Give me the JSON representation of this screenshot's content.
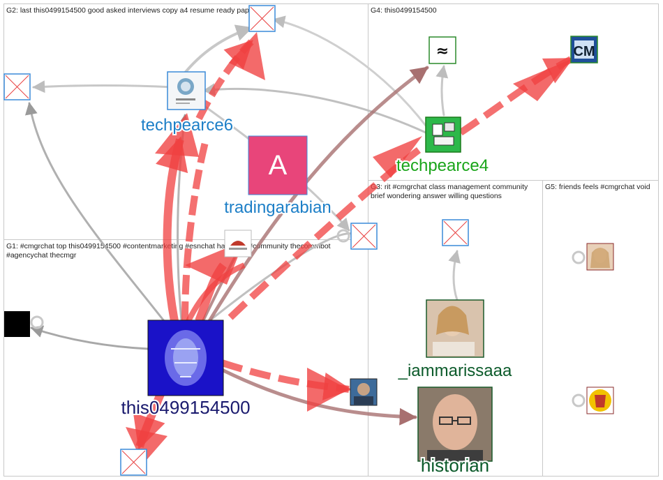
{
  "groups": [
    {
      "id": "G1",
      "label": "G1: #cmgrchat top this0499154500 #contentmarketing #esnchat hashtags #community thecommbot #agencychat thecmgr"
    },
    {
      "id": "G2",
      "label": "G2: last this0499154500 good asked interviews copy a4 resume ready paper"
    },
    {
      "id": "G3",
      "label": "G3: rit #cmgrchat class management community brief wondering answer willing questions"
    },
    {
      "id": "G4",
      "label": "G4: this0499154500"
    },
    {
      "id": "G5",
      "label": "G5: friends feels #cmgrchat void"
    }
  ],
  "nodes": {
    "this0499154500": {
      "label": "this0499154500",
      "color": "#1a1a6e"
    },
    "techpearce6": {
      "label": "techpearce6",
      "color": "#1d7fc7"
    },
    "tradingarabian": {
      "label": "tradingarabian",
      "color": "#1d7fc7",
      "avatar_letter": "A",
      "avatar_color": "#e8457a"
    },
    "techpearce4": {
      "label": "techpearce4",
      "color": "#1aa51a"
    },
    "iammarissaaa": {
      "label": "_iammarissaaa",
      "color": "#0b5a2a"
    },
    "historian": {
      "label": "historian",
      "color": "#0b5a2a"
    },
    "cm_logo": {
      "text": "CM"
    },
    "g4_logo": {
      "text": "≈"
    }
  },
  "colors": {
    "edge_grey": "#bdbdbd",
    "edge_dark": "#a0a0a0",
    "edge_red": "#f04040",
    "edge_brown": "#a87070",
    "broken_image_red": "#e84040",
    "broken_image_border": "#3a8ad8"
  }
}
